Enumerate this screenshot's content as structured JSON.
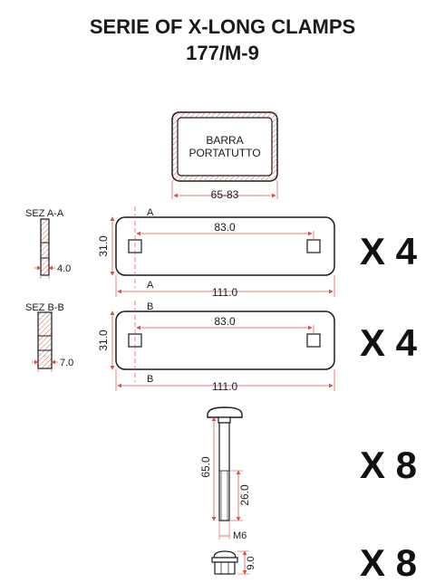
{
  "title_line1": "SERIE OF X-LONG CLAMPS",
  "title_line2": "177/M-9",
  "bar": {
    "label_line1": "BARRA",
    "label_line2": "PORTATUTTO",
    "width_dim": "65-83"
  },
  "plate_a": {
    "section_label": "SEZ A-A",
    "thickness": "4.0",
    "cut_mark": "A",
    "hole_spacing": "83.0",
    "height": "31.0",
    "length": "111.0",
    "quantity": "X 4"
  },
  "plate_b": {
    "section_label": "SEZ B-B",
    "thickness": "7.0",
    "cut_mark": "B",
    "hole_spacing": "83.0",
    "height": "31.0",
    "length": "111.0",
    "quantity": "X 4"
  },
  "bolt": {
    "length": "65.0",
    "thread_length": "26.0",
    "thread": "M6",
    "quantity": "X 8"
  },
  "nut": {
    "height": "9.0",
    "quantity": "X 8"
  },
  "colors": {
    "dimension_red": "#d9534f",
    "outline": "#1a1a1a",
    "hatch": "#c0392b"
  }
}
